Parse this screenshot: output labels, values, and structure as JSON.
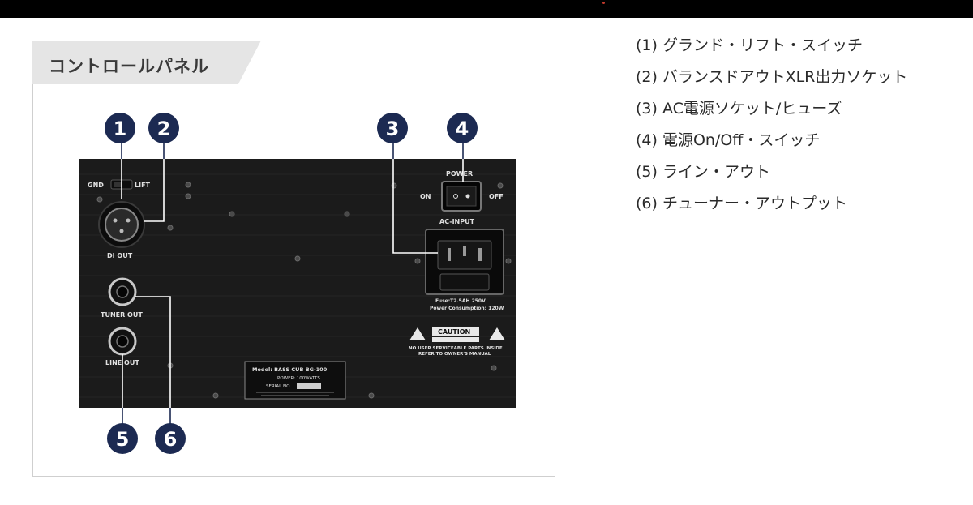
{
  "panel": {
    "title": "コントロールパネル",
    "labels": {
      "gnd": "GND",
      "lift": "LIFT",
      "di_out": "DI OUT",
      "power": "POWER",
      "on": "ON",
      "off": "OFF",
      "ac_input": "AC-INPUT",
      "fuse": "Fuse:T2.5AH 250V",
      "power_consumption": "Power Consumption: 120W",
      "tuner_out": "TUNER OUT",
      "line_out": "LINE OUT",
      "caution": "CAUTION",
      "no_user_service": "NO USER SERVICEABLE PARTS INSIDE",
      "refer_manual": "REFER TO OWNER'S MANUAL",
      "model": "Model: BASS CUB BG-100",
      "power_watts": "POWER: 100WATTS",
      "serial": "SERIAL NO."
    },
    "markers": [
      "1",
      "2",
      "3",
      "4",
      "5",
      "6"
    ]
  },
  "legend": [
    "(1) グランド・リフト・スイッチ",
    "(2) バランスドアウトXLR出力ソケット",
    "(3) AC電源ソケット/ヒューズ",
    "(4) 電源On/Off・スイッチ",
    "(5) ライン・アウト",
    "(6) チューナー・アウトプット"
  ],
  "colors": {
    "marker": "#1c2a52",
    "panel": "#1b1b1b",
    "tab": "#e5e5e5"
  }
}
